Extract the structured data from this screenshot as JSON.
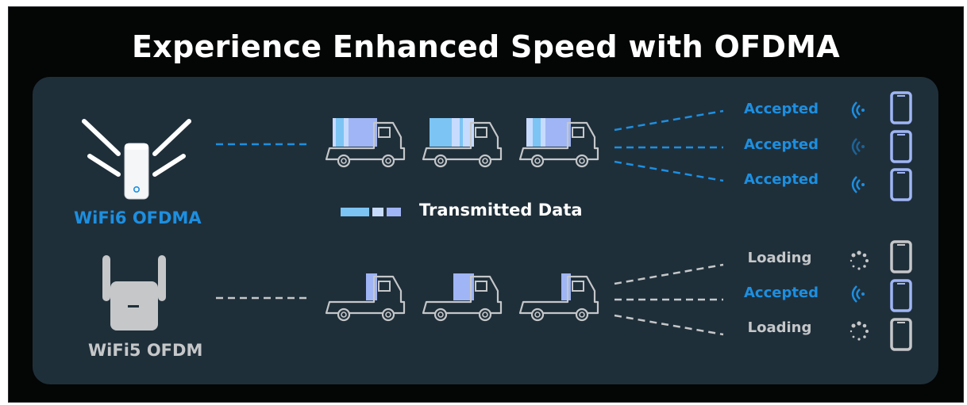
{
  "title": "Experience Enhanced Speed with OFDMA",
  "wifi6": {
    "label": "WiFi6 OFDMA",
    "statuses": [
      "Accepted",
      "Accepted",
      "Accepted"
    ]
  },
  "wifi5": {
    "label": "WiFi5 OFDM",
    "statuses": [
      "Loading",
      "Accepted",
      "Loading"
    ]
  },
  "legend": {
    "label": "Transmitted Data"
  },
  "colors": {
    "accent_blue": "#1d8fe0",
    "data_light": "#c7dbff",
    "data_mid": "#9fb5f5",
    "data_cyan": "#7cc4f3",
    "gray": "#c5c7c9",
    "panel": "#1f2f3a"
  },
  "icons": {
    "signal": "wifi-signal-icon",
    "loading": "loading-spinner-icon",
    "phone": "smartphone-icon",
    "truck": "truck-icon",
    "router_wifi6": "wifi6-router-icon",
    "router_wifi5": "wifi5-router-icon"
  }
}
